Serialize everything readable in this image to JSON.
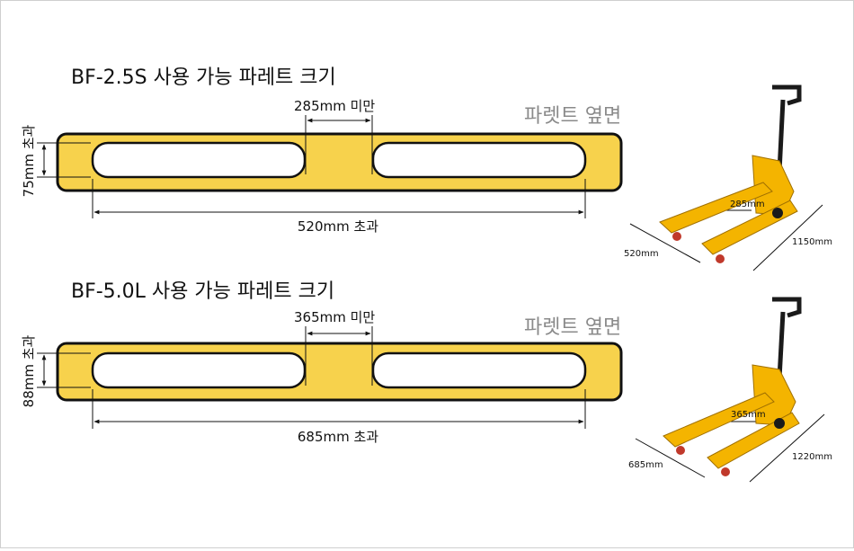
{
  "colors": {
    "pallet_fill": "#f7d24c",
    "pallet_outline": "#111111",
    "jack_yellow": "#f4b400",
    "jack_dark": "#1a1a1a",
    "side_label": "#8a8a8a"
  },
  "sections": [
    {
      "title": "BF-2.5S 사용 가능 파레트 크기",
      "side_label": "파렛트 옆면",
      "gap_label": "285mm 미만",
      "width_label": "520mm 초과",
      "height_label": "75mm 초과",
      "jack": {
        "fork_gap": "285mm",
        "fork_width": "520mm",
        "fork_length": "1150mm"
      }
    },
    {
      "title": "BF-5.0L 사용 가능 파레트 크기",
      "side_label": "파렛트 옆면",
      "gap_label": "365mm 미만",
      "width_label": "685mm 초과",
      "height_label": "88mm 초과",
      "jack": {
        "fork_gap": "365mm",
        "fork_width": "685mm",
        "fork_length": "1220mm"
      }
    }
  ]
}
